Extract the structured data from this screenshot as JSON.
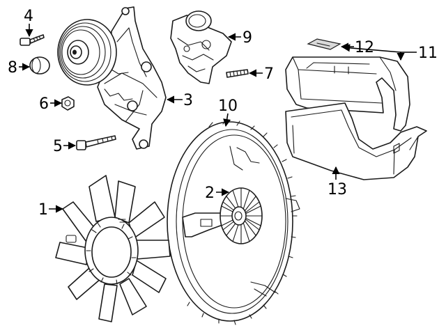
{
  "callouts": [
    {
      "id": "1",
      "text": "1"
    },
    {
      "id": "2",
      "text": "2"
    },
    {
      "id": "3",
      "text": "3"
    },
    {
      "id": "4",
      "text": "4"
    },
    {
      "id": "5",
      "text": "5"
    },
    {
      "id": "6",
      "text": "6"
    },
    {
      "id": "7",
      "text": "7"
    },
    {
      "id": "8",
      "text": "8"
    },
    {
      "id": "9",
      "text": "9"
    },
    {
      "id": "10",
      "text": "10"
    },
    {
      "id": "11",
      "text": "11"
    },
    {
      "id": "12",
      "text": "12"
    },
    {
      "id": "13",
      "text": "13"
    }
  ],
  "colors": {
    "line": "#1a1a1a",
    "background": "#ffffff"
  }
}
